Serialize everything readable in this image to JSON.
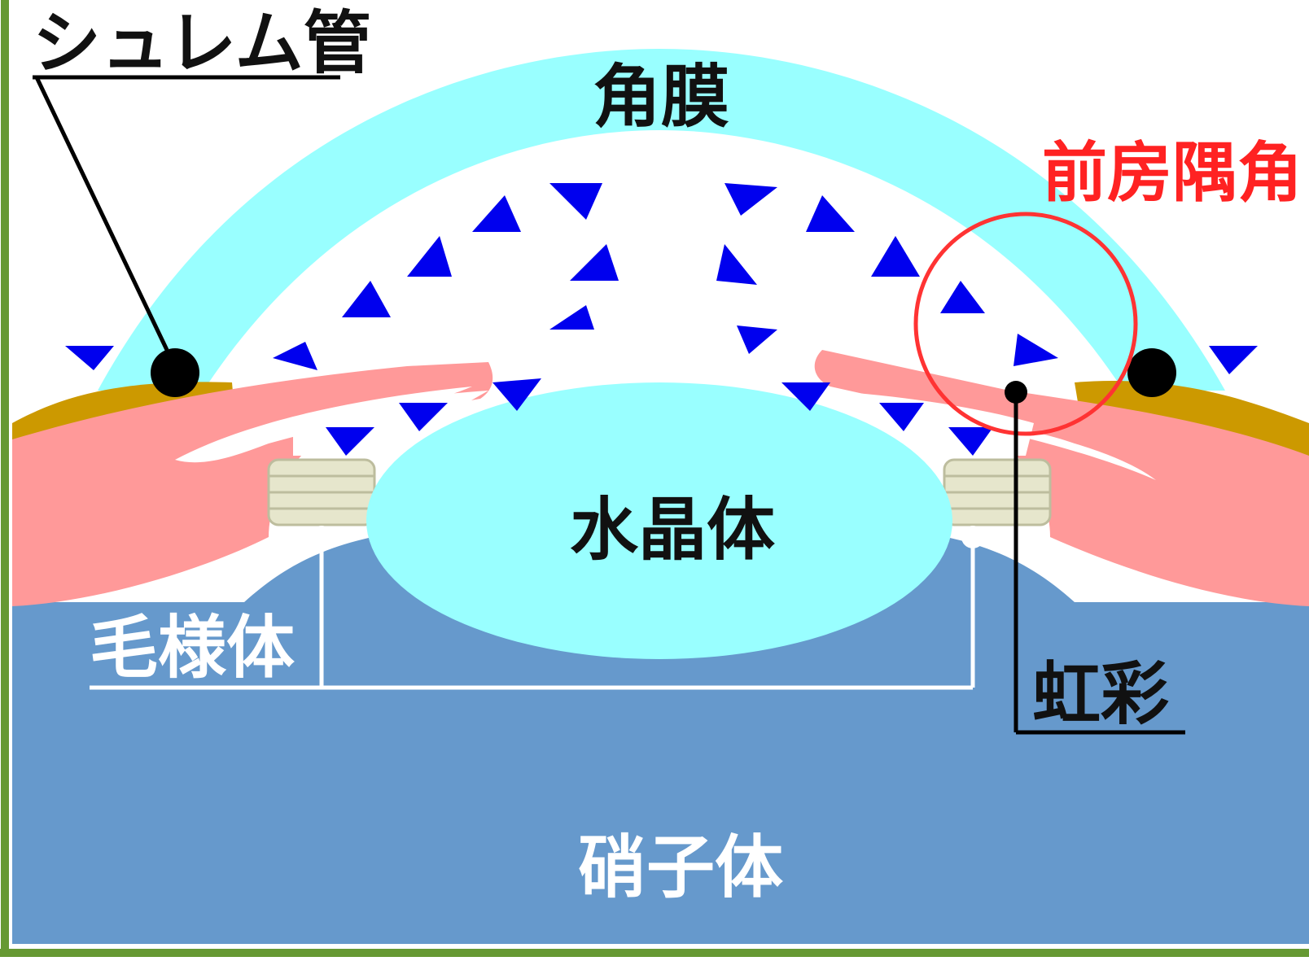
{
  "labels": {
    "schlemm_canal": "シュレム管",
    "cornea": "角膜",
    "anterior_chamber_angle": "前房隅角",
    "lens": "水晶体",
    "ciliary_body": "毛様体",
    "iris": "虹彩",
    "vitreous_body": "硝子体"
  },
  "colors": {
    "cornea": "#99ffff",
    "lens": "#99ffff",
    "vitreous": "#6699cc",
    "iris": "#ff9999",
    "sclera": "#cc9900",
    "zonule": "#e6e6cc",
    "flow_arrow": "#0000ee",
    "highlight_circle": "#ff3333",
    "frame_border": "#669933"
  },
  "icons": {
    "flow_arrow": "triangle-arrow-icon",
    "canal_marker": "black-dot-icon"
  }
}
